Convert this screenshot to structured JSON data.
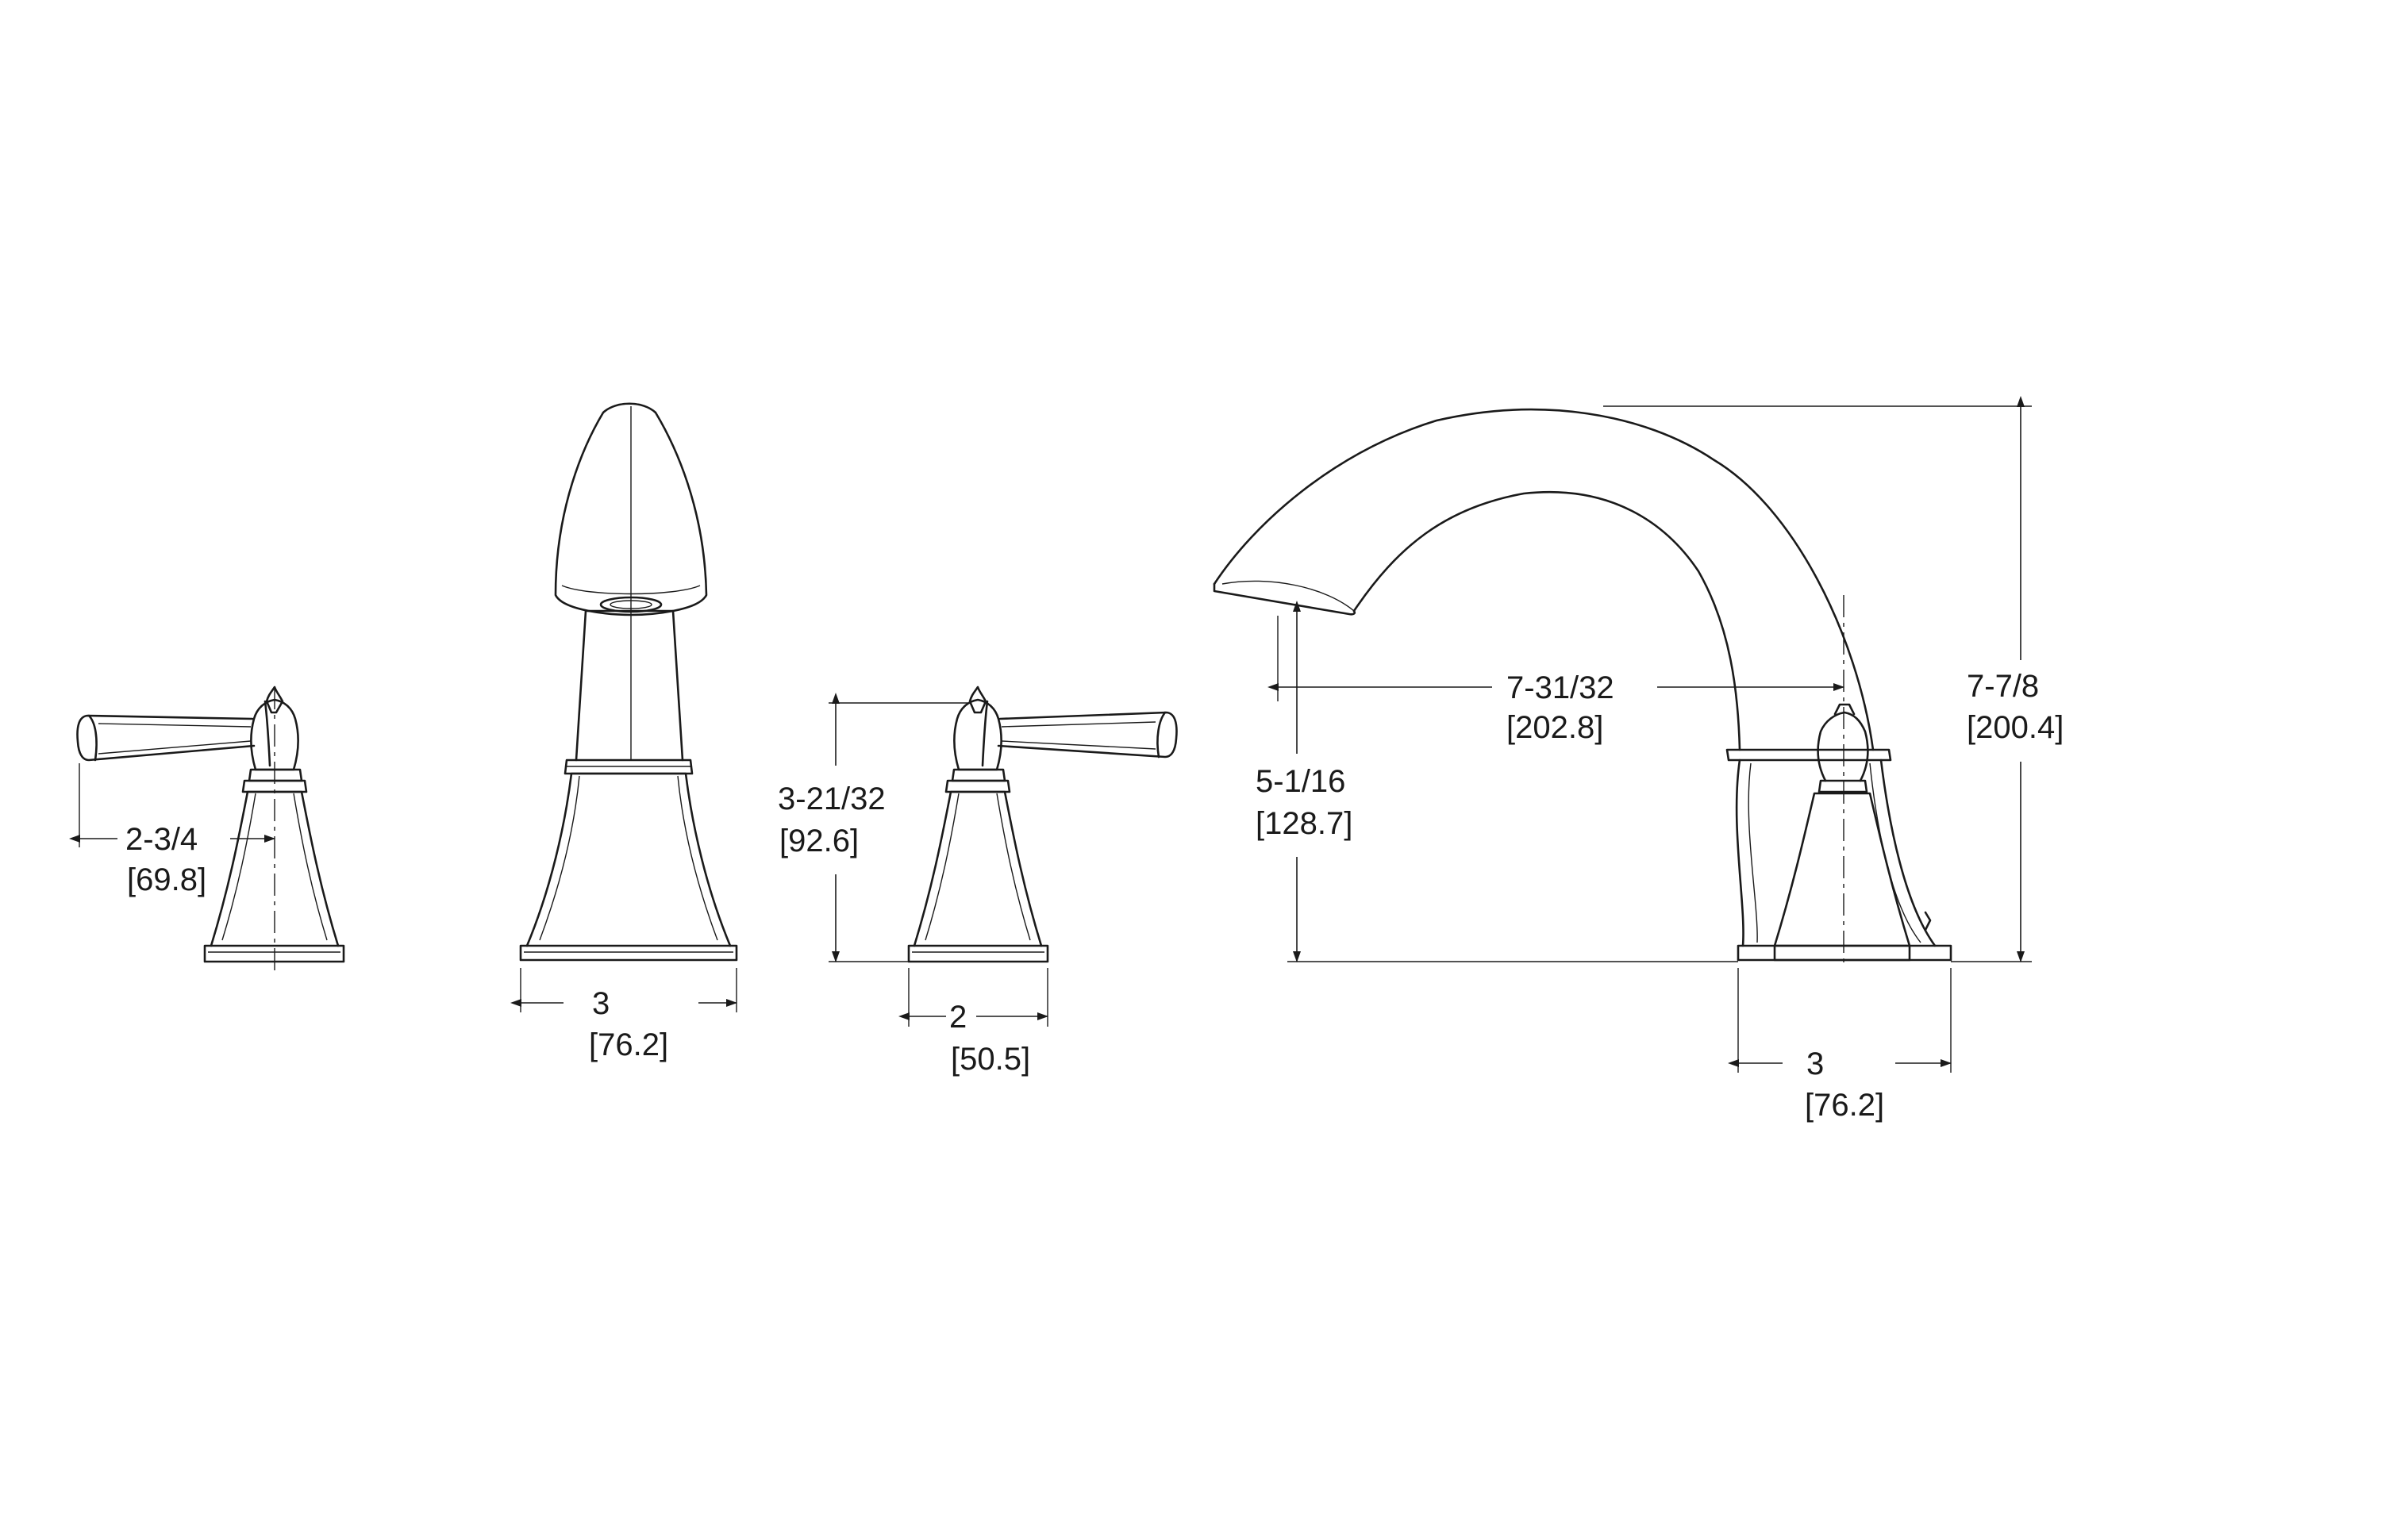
{
  "dimensions": {
    "handle_reach": {
      "inch": "2-3/4",
      "mm": "[69.8]"
    },
    "spout_base_width": {
      "inch": "3",
      "mm": "[76.2]"
    },
    "handle_height": {
      "inch": "3-21/32",
      "mm": "[92.6]"
    },
    "handle_base_width": {
      "inch": "2",
      "mm": "[50.5]"
    },
    "spout_outlet_height": {
      "inch": "5-1/16",
      "mm": "[128.7]"
    },
    "spout_reach": {
      "inch": "7-31/32",
      "mm": "[202.8]"
    },
    "spout_total_height": {
      "inch": "7-7/8",
      "mm": "[200.4]"
    },
    "side_base_width": {
      "inch": "3",
      "mm": "[76.2]"
    }
  }
}
